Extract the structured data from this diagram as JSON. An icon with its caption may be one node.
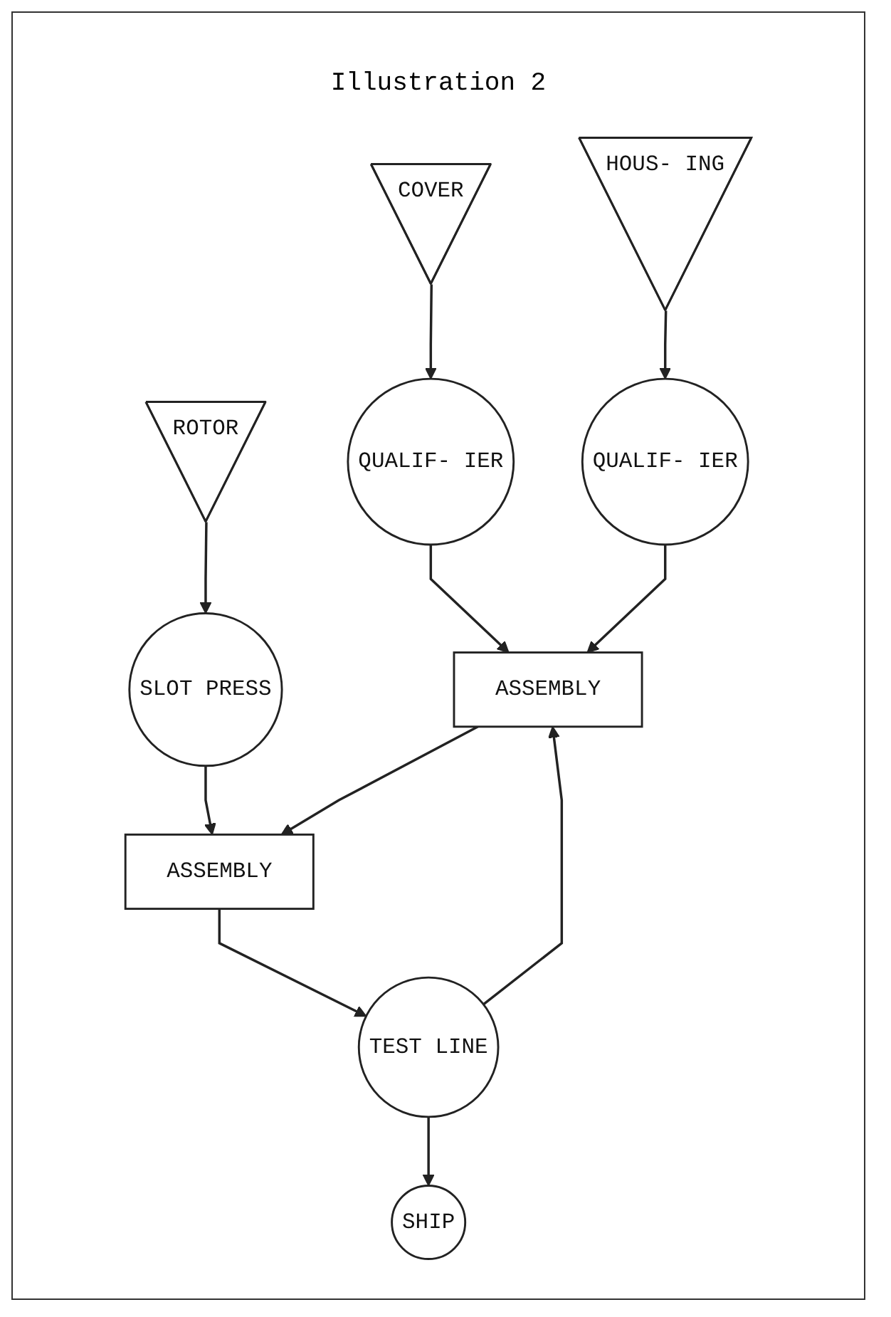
{
  "diagram": {
    "title": "Illustration 2",
    "nodes": [
      {
        "text": [
          "COVER"
        ]
      },
      {
        "text": [
          "HOUS- ING"
        ]
      },
      {
        "text": [
          "ROTOR"
        ]
      },
      {
        "text": [
          "QUALIF- IER"
        ]
      },
      {
        "text": [
          "QUALIF- IER"
        ]
      },
      {
        "text": [
          "SLOT PRESS"
        ]
      },
      {
        "text": [
          "ASSEMBLY"
        ]
      },
      {
        "text": [
          "ASSEMBLY"
        ]
      },
      {
        "text": [
          "TEST LINE"
        ]
      },
      {
        "text": [
          "SHIP"
        ]
      }
    ],
    "edges": [
      {
        "from": 0,
        "to": 3,
        "arrow": "to"
      },
      {
        "from": 1,
        "to": 4,
        "arrow": "to"
      },
      {
        "from": 2,
        "to": 5,
        "arrow": "to"
      },
      {
        "from": 3,
        "to": 6,
        "arrow": "to"
      },
      {
        "from": 4,
        "to": 6,
        "arrow": "to"
      },
      {
        "from": 5,
        "to": 7,
        "arrow": "to"
      },
      {
        "from": 6,
        "to": 7,
        "arrow": "to"
      },
      {
        "from": 7,
        "to": 8,
        "arrow": "to"
      },
      {
        "from": 8,
        "to": 6,
        "arrow": "to"
      },
      {
        "from": 8,
        "to": 9,
        "arrow": "to"
      }
    ]
  }
}
